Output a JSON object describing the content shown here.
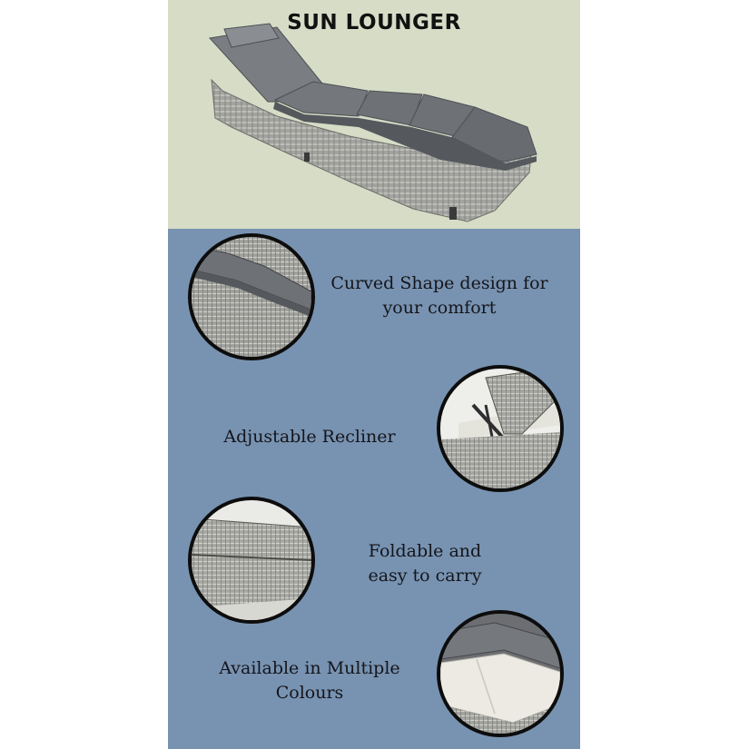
{
  "hero": {
    "title": "SUN LOUNGER",
    "background": "#d6dcc6"
  },
  "features_panel": {
    "background": "#7893b1"
  },
  "features": [
    {
      "caption_line1": "Curved Shape design for",
      "caption_line2": "your comfort"
    },
    {
      "caption_line1": "Adjustable Recliner",
      "caption_line2": ""
    },
    {
      "caption_line1": "Foldable and",
      "caption_line2": "easy to carry"
    },
    {
      "caption_line1": "Available in Multiple",
      "caption_line2": "Colours"
    }
  ],
  "colors": {
    "cushion": "#6e7176",
    "rattan": "#a9aaa6",
    "circle_border": "#0d0d0d"
  }
}
